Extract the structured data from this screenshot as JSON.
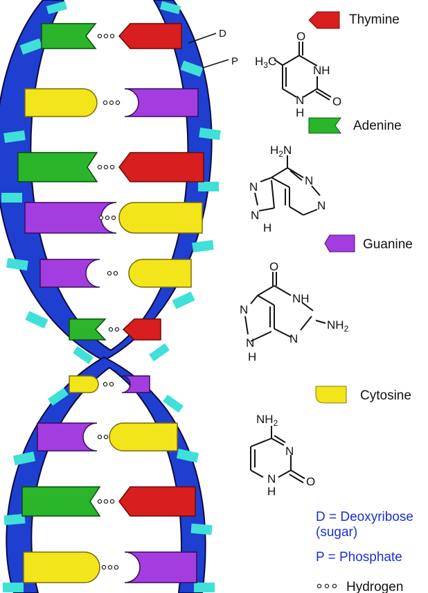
{
  "labels": {
    "d": "D",
    "p": "P"
  },
  "legend": {
    "thymine": {
      "label": "Thymine",
      "color": "#d81e1e"
    },
    "adenine": {
      "label": "Adenine",
      "color": "#2ab52a"
    },
    "guanine": {
      "label": "Guanine",
      "color": "#a43de0"
    },
    "cytosine": {
      "label": "Cytosine",
      "color": "#f2e51a"
    }
  },
  "chem": {
    "thymine": {
      "methyl": "H",
      "methyl_sub": "3",
      "methyl_c": "C",
      "o_top": "O",
      "nh": "NH",
      "o_right": "O",
      "n": "N",
      "h": "H"
    },
    "adenine": {
      "amine": "H",
      "amine_sub": "2",
      "amine_n": "N",
      "n1": "N",
      "n3": "N",
      "n7": "N",
      "n9": "N",
      "h": "H"
    },
    "guanine": {
      "o": "O",
      "nh": "NH",
      "nh2": "NH",
      "nh2_sub": "2",
      "n3": "N",
      "n7": "N",
      "n9": "N",
      "h": "H"
    },
    "cytosine": {
      "nh2": "NH",
      "nh2_sub": "2",
      "n3": "N",
      "n1": "N",
      "h": "H",
      "o": "O"
    }
  },
  "notes": {
    "d_line1": "D = Deoxyribose",
    "d_line2": "(sugar)",
    "p": "P = Phosphate",
    "hydrogen": "Hydrogen"
  },
  "colors": {
    "backbone": "#1f3fd0",
    "backbone_edge": "#0a0a40",
    "phosphate": "#3fe0d8",
    "hydrogen_dot": "#ffffff"
  }
}
